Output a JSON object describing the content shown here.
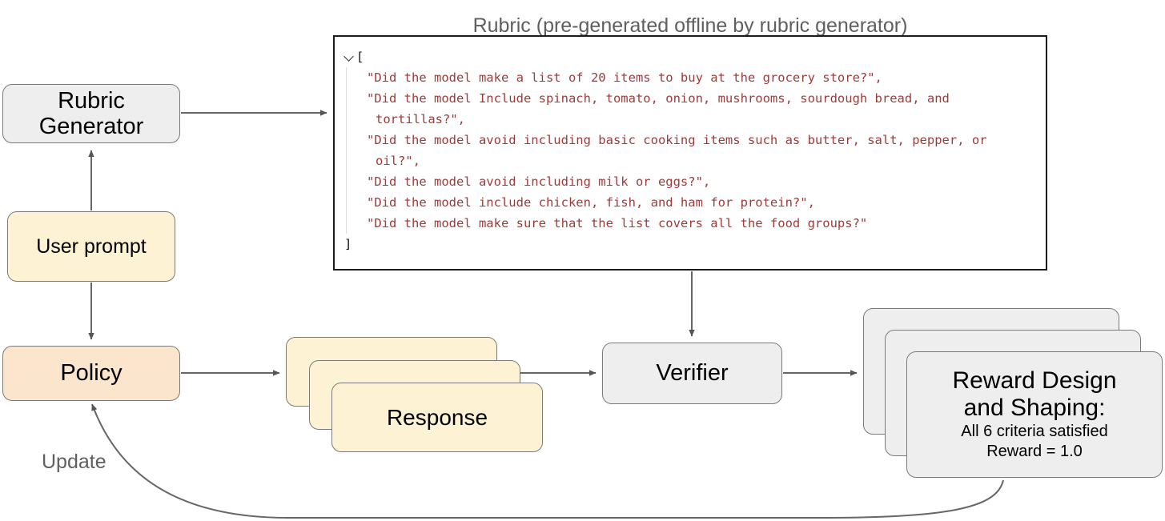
{
  "diagram": {
    "title_note": "Rubric (pre-generated offline by rubric generator)",
    "nodes": {
      "rubric_generator": "Rubric Generator",
      "user_prompt": "User prompt",
      "policy": "Policy",
      "response": "Response",
      "verifier": "Verifier",
      "reward_title_line1": "Reward Design",
      "reward_title_line2": "and Shaping:",
      "reward_sub_line1": "All 6 criteria satisfied",
      "reward_sub_line2": "Reward = 1.0"
    },
    "edges": {
      "update_label": "Update"
    },
    "colors": {
      "grey_fill": "#eeeeee",
      "cream_fill": "#fdf3d4",
      "peach_fill": "#fce5cd",
      "node_stroke": "#7a7a7a",
      "edge_stroke": "#666666",
      "code_text": "#9e3b38",
      "caption_text": "#5f5f5f",
      "panel_border": "#1b1b1b"
    }
  },
  "rubric": {
    "bracket_open": "[",
    "bracket_close": "]",
    "collapse_icon": "chevron-down-icon",
    "items": [
      "\"Did the model make a list of 20 items to buy at the grocery store?\",",
      "\"Did the model Include spinach, tomato, onion, mushrooms, sourdough bread, and tortillas?\",",
      "\"Did the model avoid including basic cooking items such as butter, salt, pepper, or oil?\",",
      "\"Did the model avoid including milk or eggs?\",",
      "\"Did the model include chicken, fish, and ham for protein?\",",
      "\"Did the model make sure that the list covers all the food groups?\""
    ]
  }
}
